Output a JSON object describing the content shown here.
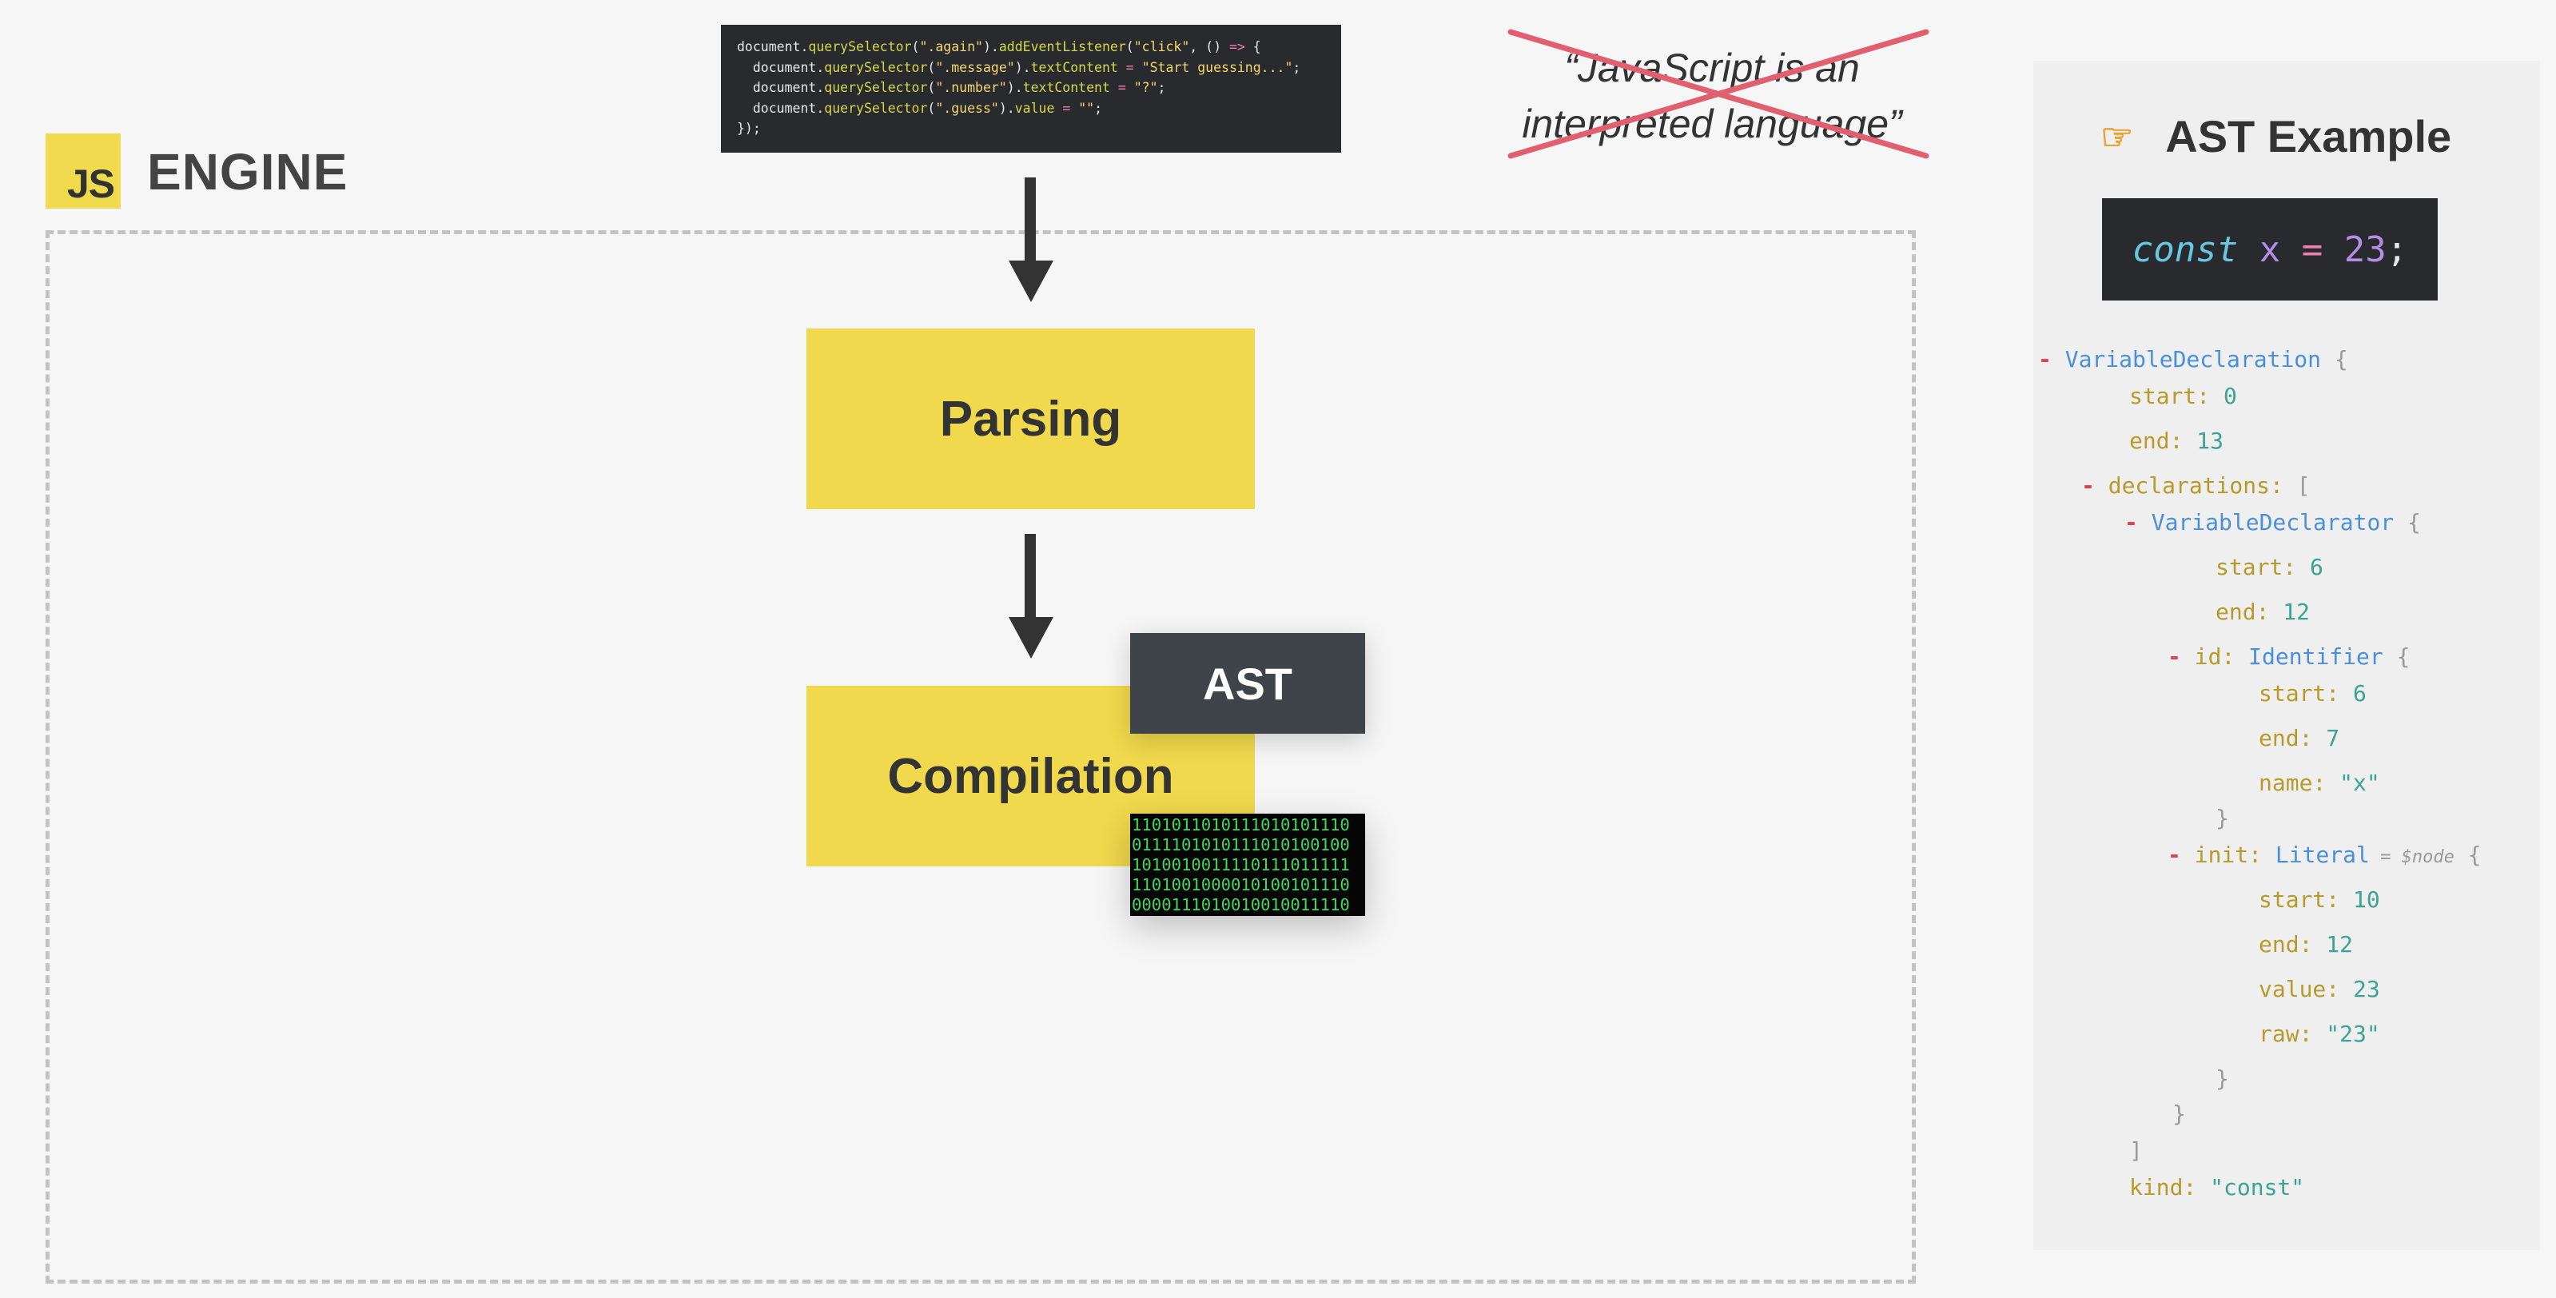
{
  "engine": {
    "logo_text": "JS",
    "title": "ENGINE"
  },
  "code_snippet": {
    "lines": [
      [
        "document.",
        "querySelector",
        "(",
        "\".again\"",
        ").",
        "addEventListener",
        "(",
        "\"click\"",
        ", () ",
        "=>",
        " {"
      ],
      [
        "  document.",
        "querySelector",
        "(",
        "\".message\"",
        ").",
        "textContent",
        " = ",
        "\"Start guessing...\"",
        ";"
      ],
      [
        "  document.",
        "querySelector",
        "(",
        "\".number\"",
        ").",
        "textContent",
        " = ",
        "\"?\"",
        ";"
      ],
      [
        "  document.",
        "querySelector",
        "(",
        "\".guess\"",
        ").",
        "value",
        " = ",
        "\"\"",
        ";"
      ],
      [
        "});"
      ]
    ]
  },
  "quote": {
    "text_line1": "“JavaScript is an",
    "text_line2": "interpreted language”",
    "strike_color": "#e06070"
  },
  "steps": {
    "parsing": "Parsing",
    "compilation": "Compilation",
    "ast": "AST",
    "binary_lines": [
      "1101011010111010101110",
      "0111101010111010100100",
      "1010010011110111011111",
      "1101001000010100101110",
      "0000111010010010011110"
    ]
  },
  "ast_example": {
    "title": "AST Example",
    "hand_icon": "pointing-hand-icon",
    "code": {
      "kw": "const",
      "var": "x",
      "op": "=",
      "num": "23",
      "semi": ";"
    },
    "tree": [
      {
        "indent": 0,
        "dash": true,
        "key": "VariableDeclaration",
        "keyClass": "type",
        "sep": "",
        "val": "",
        "valClass": "",
        "tail": "{"
      },
      {
        "indent": 1,
        "dash": false,
        "key": "start",
        "keyClass": "key",
        "sep": ":",
        "val": "0",
        "valClass": "num",
        "tail": ""
      },
      {
        "indent": 1,
        "dash": false,
        "key": "end",
        "keyClass": "key",
        "sep": ":",
        "val": "13",
        "valClass": "num",
        "tail": ""
      },
      {
        "indent": 1,
        "dash": true,
        "key": "declarations",
        "keyClass": "key",
        "sep": ":",
        "val": "",
        "valClass": "",
        "tail": "["
      },
      {
        "indent": 2,
        "dash": true,
        "key": "VariableDeclarator",
        "keyClass": "type",
        "sep": "",
        "val": "",
        "valClass": "",
        "tail": "{"
      },
      {
        "indent": 3,
        "dash": false,
        "key": "start",
        "keyClass": "key",
        "sep": ":",
        "val": "6",
        "valClass": "num",
        "tail": ""
      },
      {
        "indent": 3,
        "dash": false,
        "key": "end",
        "keyClass": "key",
        "sep": ":",
        "val": "12",
        "valClass": "num",
        "tail": ""
      },
      {
        "indent": 3,
        "dash": true,
        "key": "id",
        "keyClass": "key",
        "sep": ":",
        "val": "Identifier",
        "valClass": "type",
        "tail": "{"
      },
      {
        "indent": 4,
        "dash": false,
        "key": "start",
        "keyClass": "key",
        "sep": ":",
        "val": "6",
        "valClass": "num",
        "tail": ""
      },
      {
        "indent": 4,
        "dash": false,
        "key": "end",
        "keyClass": "key",
        "sep": ":",
        "val": "7",
        "valClass": "num",
        "tail": ""
      },
      {
        "indent": 4,
        "dash": false,
        "key": "name",
        "keyClass": "key",
        "sep": ":",
        "val": "\"x\"",
        "valClass": "str",
        "tail": ""
      },
      {
        "indent": 3,
        "dash": false,
        "key": "}",
        "keyClass": "br",
        "sep": "",
        "val": "",
        "valClass": "",
        "tail": ""
      },
      {
        "indent": 3,
        "dash": true,
        "key": "init",
        "keyClass": "key",
        "sep": ":",
        "val": "Literal",
        "valClass": "type",
        "tail": "{",
        "note": "= $node"
      },
      {
        "indent": 4,
        "dash": false,
        "key": "start",
        "keyClass": "key",
        "sep": ":",
        "val": "10",
        "valClass": "num",
        "tail": ""
      },
      {
        "indent": 4,
        "dash": false,
        "key": "end",
        "keyClass": "key",
        "sep": ":",
        "val": "12",
        "valClass": "num",
        "tail": ""
      },
      {
        "indent": 4,
        "dash": false,
        "key": "value",
        "keyClass": "key",
        "sep": ":",
        "val": "23",
        "valClass": "num",
        "tail": ""
      },
      {
        "indent": 4,
        "dash": false,
        "key": "raw",
        "keyClass": "key",
        "sep": ":",
        "val": "\"23\"",
        "valClass": "str",
        "tail": ""
      },
      {
        "indent": 3,
        "dash": false,
        "key": "}",
        "keyClass": "br",
        "sep": "",
        "val": "",
        "valClass": "",
        "tail": ""
      },
      {
        "indent": 2,
        "dash": false,
        "key": "}",
        "keyClass": "br",
        "sep": "",
        "val": "",
        "valClass": "",
        "tail": ""
      },
      {
        "indent": 1,
        "dash": false,
        "key": "]",
        "keyClass": "br",
        "sep": "",
        "val": "",
        "valClass": "",
        "tail": ""
      },
      {
        "indent": 1,
        "dash": false,
        "key": "kind",
        "keyClass": "key",
        "sep": ":",
        "val": "\"const\"",
        "valClass": "str",
        "tail": ""
      }
    ]
  },
  "colors": {
    "yellow": "#f0d94c",
    "dark": "#3e4449",
    "binary_green": "#3ed95c"
  }
}
